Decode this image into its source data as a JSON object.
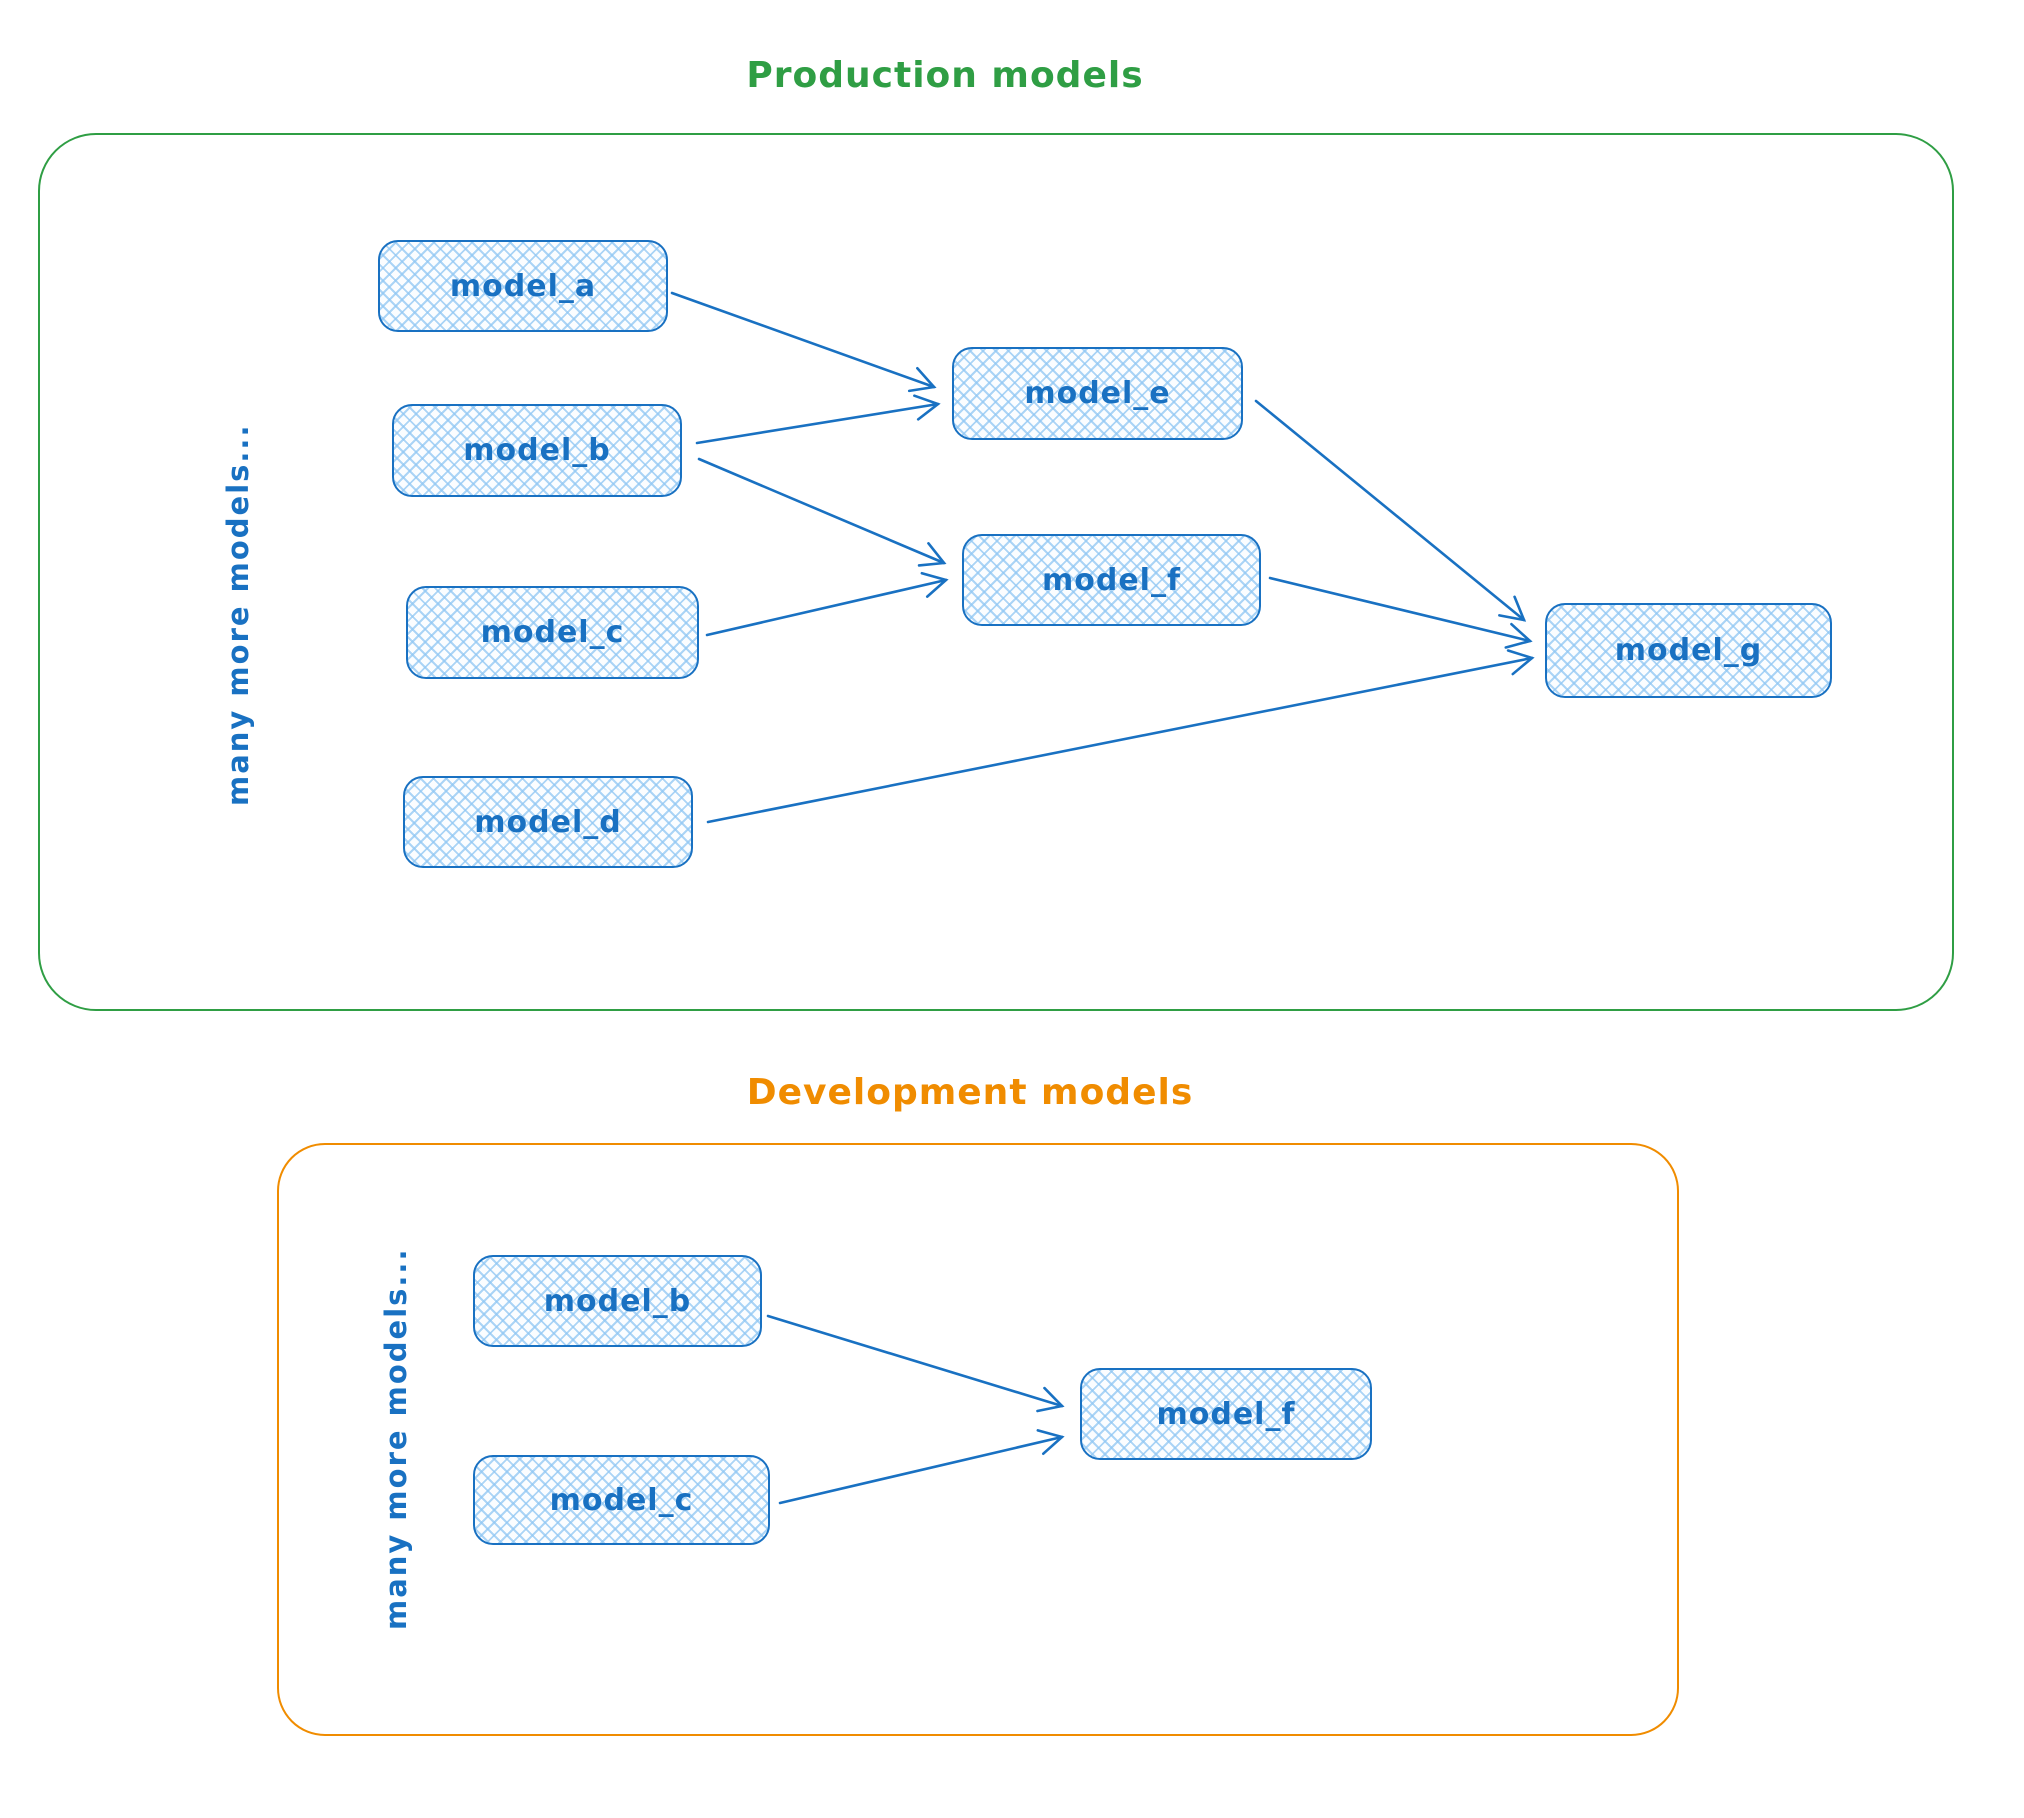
{
  "diagram": {
    "colors": {
      "node_stroke": "#1971c2",
      "node_fill": "#a5d8ff",
      "node_text": "#1971c2",
      "arrow": "#1971c2",
      "production_accent": "#2f9e44",
      "development_accent": "#f08c00",
      "background": "#ffffff"
    },
    "production": {
      "title": "Production models",
      "side_label": "many more models...",
      "nodes": [
        {
          "id": "model_a",
          "label": "model_a"
        },
        {
          "id": "model_b",
          "label": "model_b"
        },
        {
          "id": "model_c",
          "label": "model_c"
        },
        {
          "id": "model_d",
          "label": "model_d"
        },
        {
          "id": "model_e",
          "label": "model_e"
        },
        {
          "id": "model_f",
          "label": "model_f"
        },
        {
          "id": "model_g",
          "label": "model_g"
        }
      ],
      "edges": [
        {
          "from": "model_a",
          "to": "model_e"
        },
        {
          "from": "model_b",
          "to": "model_e"
        },
        {
          "from": "model_b",
          "to": "model_f"
        },
        {
          "from": "model_c",
          "to": "model_f"
        },
        {
          "from": "model_e",
          "to": "model_g"
        },
        {
          "from": "model_f",
          "to": "model_g"
        },
        {
          "from": "model_d",
          "to": "model_g"
        }
      ]
    },
    "development": {
      "title": "Development models",
      "side_label": "many more models...",
      "nodes": [
        {
          "id": "model_b",
          "label": "model_b"
        },
        {
          "id": "model_c",
          "label": "model_c"
        },
        {
          "id": "model_f",
          "label": "model_f"
        }
      ],
      "edges": [
        {
          "from": "model_b",
          "to": "model_f"
        },
        {
          "from": "model_c",
          "to": "model_f"
        }
      ]
    }
  }
}
